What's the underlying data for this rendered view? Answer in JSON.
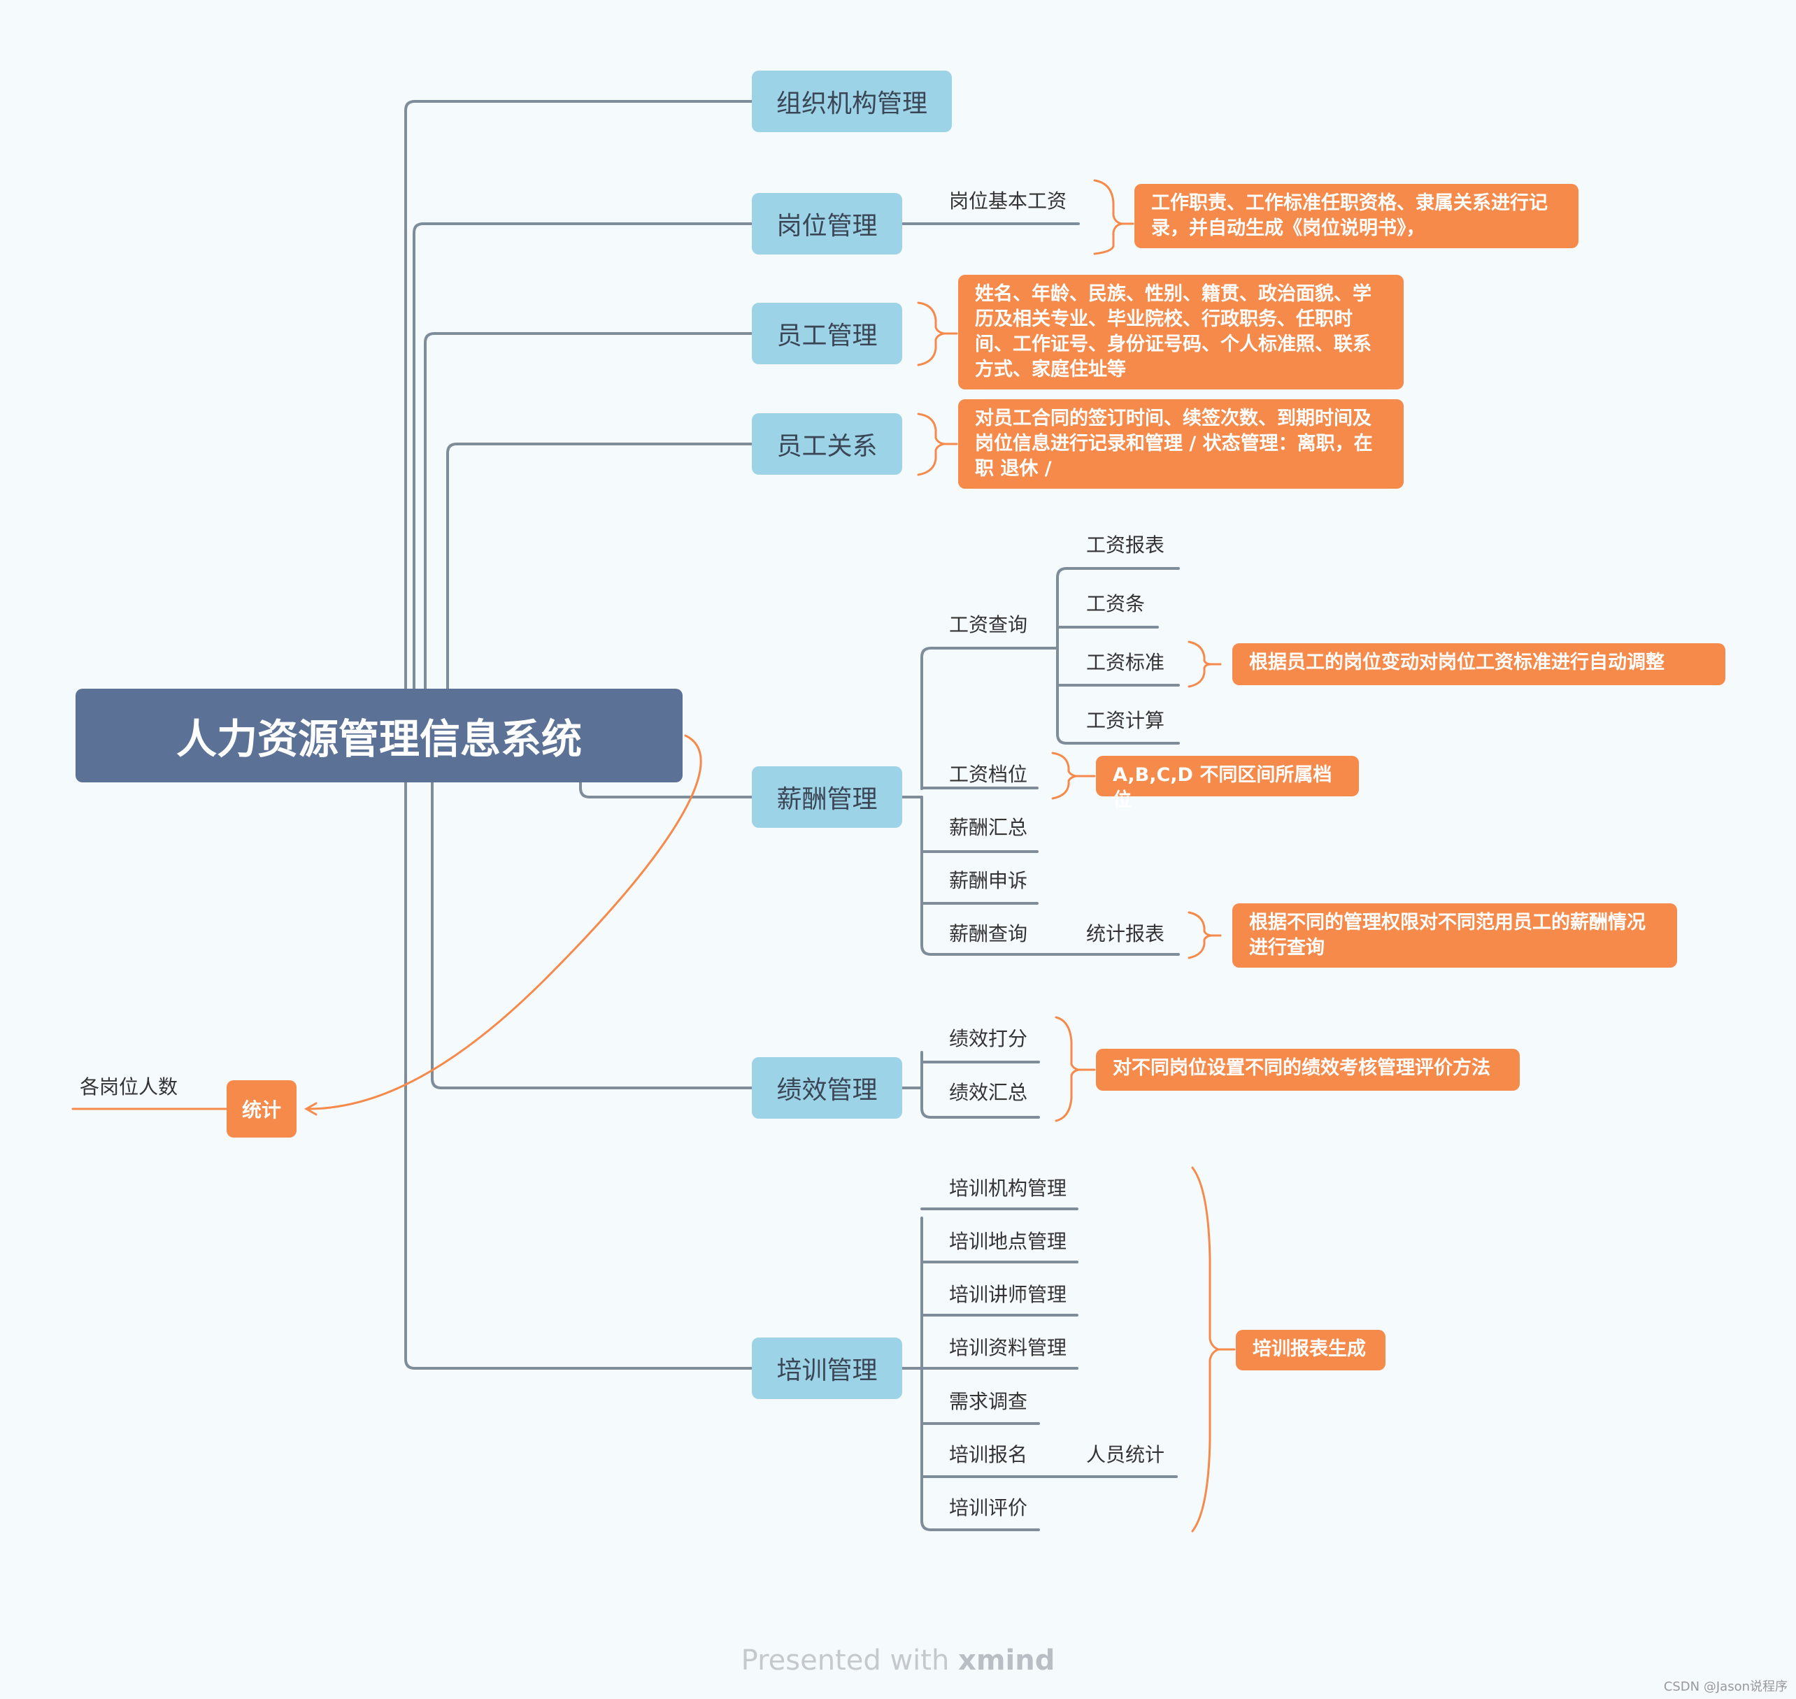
{
  "root": {
    "label": "人力资源管理信息系统"
  },
  "branches": {
    "org": "组织机构管理",
    "post": "岗位管理",
    "staff": "员工管理",
    "relation": "员工关系",
    "salary": "薪酬管理",
    "perf": "绩效管理",
    "train": "培训管理"
  },
  "post": {
    "sub": "岗位基本工资",
    "note": "工作职责、工作标准任职资格、隶属关系进行记录，并自动生成《岗位说明书》，"
  },
  "staff": {
    "note": "姓名、年龄、民族、性别、籍贯、政治面貌、学历及相关专业、毕业院校、行政职务、任职时间、工作证号、身份证号码、个人标准照、联系方式、家庭住址等"
  },
  "relation": {
    "note": "对员工合同的签订时间、续签次数、到期时间及岗位信息进行记录和管理 / 状态管理：离职，在职 退休 /"
  },
  "salary": {
    "query": "工资查询",
    "report": "工资报表",
    "slip": "工资条",
    "standard": "工资标准",
    "calc": "工资计算",
    "standard_note": "根据员工的岗位变动对岗位工资标准进行自动调整",
    "level": "工资档位",
    "level_note": "A,B,C,D 不同区间所属档位",
    "summary": "薪酬汇总",
    "appeal": "薪酬申诉",
    "search": "薪酬查询",
    "stat_report": "统计报表",
    "search_note": "根据不同的管理权限对不同范用员工的薪酬情况进行查询"
  },
  "perf": {
    "score": "绩效打分",
    "summary": "绩效汇总",
    "note": "对不同岗位设置不同的绩效考核管理评价方法"
  },
  "train": {
    "items": [
      "培训机构管理",
      "培训地点管理",
      "培训讲师管理",
      "培训资料管理",
      "需求调查",
      "培训报名",
      "培训评价"
    ],
    "stat": "人员统计",
    "note": "培训报表生成"
  },
  "stat": {
    "label": "统计",
    "sub": "各岗位人数"
  },
  "colors": {
    "line": "#7f8c9a",
    "accent": "#f58a4b",
    "root": "#5b7196",
    "branch": "#9dd3e6"
  },
  "footer": {
    "prefix": "Presented with ",
    "brand": "xmind"
  },
  "watermark": "CSDN @Jason说程序"
}
